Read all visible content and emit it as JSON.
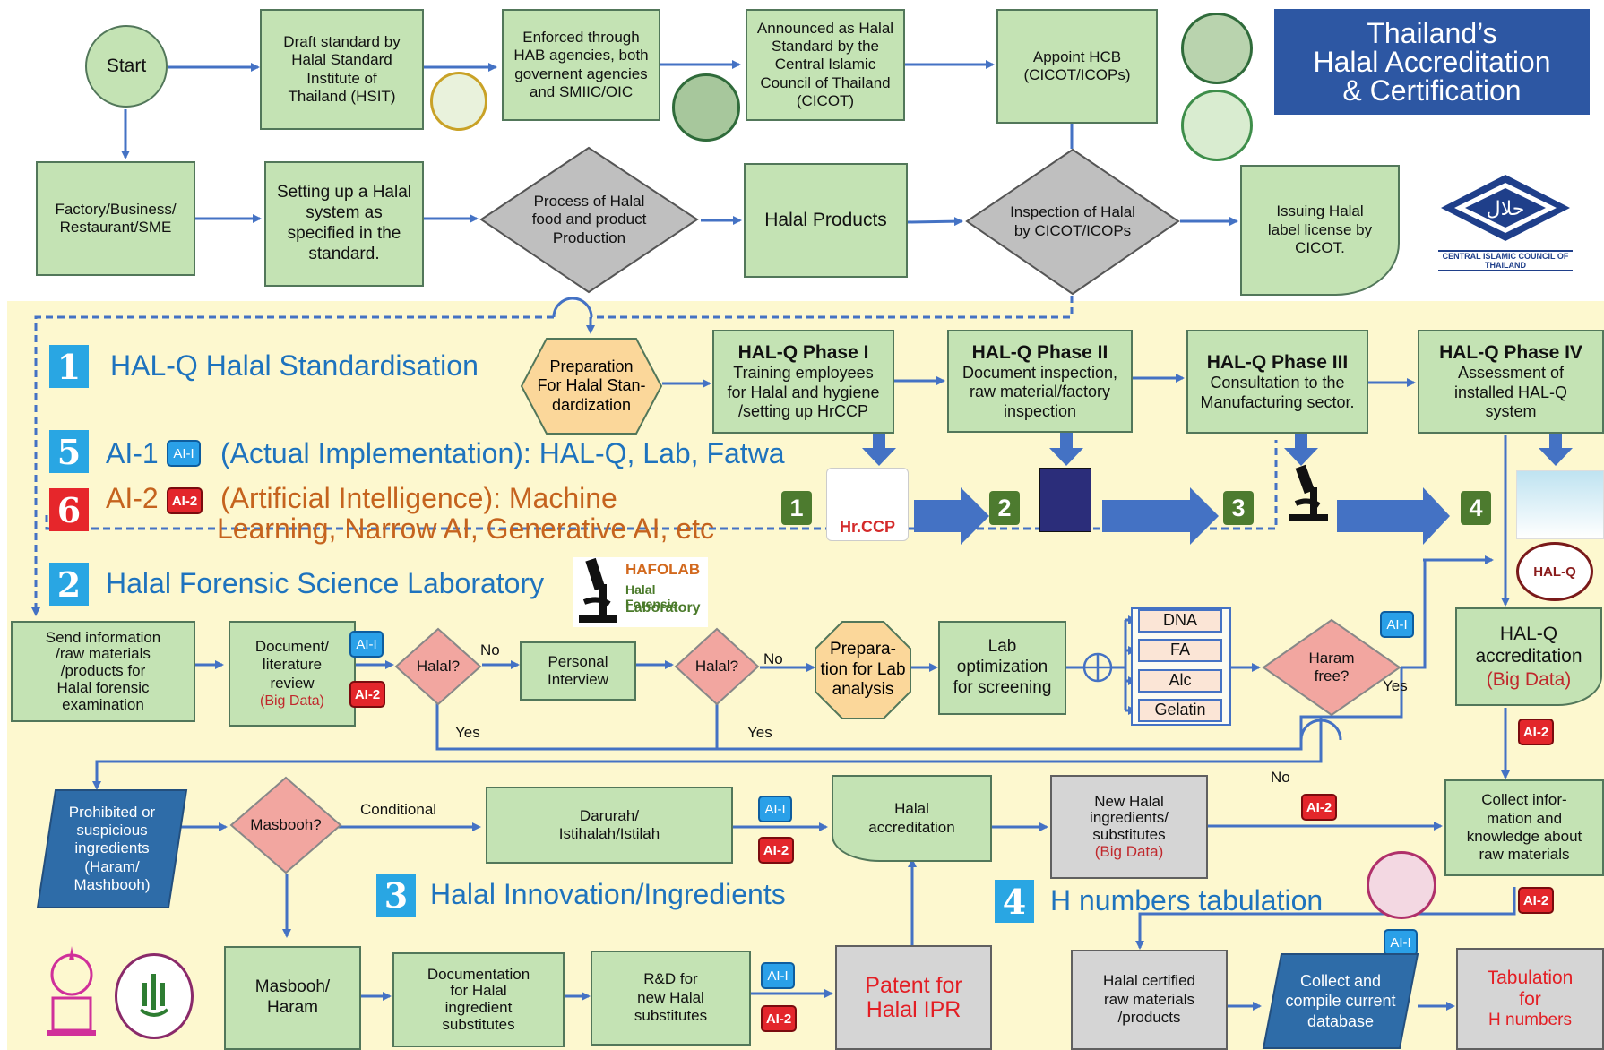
{
  "title": [
    "Thailand’s",
    "Halal Accreditation",
    "& Certification"
  ],
  "top_flow": {
    "start": "Start",
    "draft": [
      "Draft standard by",
      "Halal Standard",
      "Institute of",
      "Thailand (HSIT)"
    ],
    "enforced": [
      "Enforced through",
      "HAB agencies, both",
      "governent agencies",
      "and SMIIC/OIC"
    ],
    "announced": [
      "Announced as Halal",
      "Standard by the",
      "Central Islamic",
      "Council of Thailand",
      "(CICOT)"
    ],
    "appoint": [
      "Appoint HCB",
      "(CICOT/ICOPs)"
    ],
    "factory": [
      "Factory/Business/",
      "Restaurant/SME"
    ],
    "setting": [
      "Setting up a Halal",
      "system as",
      "specified in the",
      "standard."
    ],
    "process": [
      "Process of Halal",
      "food and product",
      "Production"
    ],
    "halal_products": "Halal Products",
    "inspection": [
      "Inspection of Halal",
      "by CICOT/ICOPs"
    ],
    "issuing": [
      "Issuing Halal",
      "label license by",
      "CICOT."
    ],
    "cicot_logo_text": "CENTRAL ISLAMIC COUNCIL OF THAILAND",
    "cicot_logo_arabic": "حلال"
  },
  "sections": {
    "s1": {
      "num": "1",
      "title": "HAL-Q Halal Standardisation"
    },
    "s5": {
      "num": "5",
      "prefix": "AI-1",
      "title": "(Actual Implementation): HAL-Q, Lab, Fatwa"
    },
    "s6": {
      "num": "6",
      "prefix": "AI-2",
      "title_line1": "(Artificial  Intelligence):  Machine",
      "title_line2": "Learning, Narrow AI, Generative AI, etc"
    },
    "s2": {
      "num": "2",
      "title": "Halal Forensic Science Laboratory"
    },
    "s3": {
      "num": "3",
      "title": "Halal Innovation/Ingredients"
    },
    "s4": {
      "num": "4",
      "title": "H numbers tabulation"
    }
  },
  "badges": {
    "ai1": "AI-I",
    "ai2": "AI-2"
  },
  "halq": {
    "preparation": [
      "Preparation",
      "For Halal Stan-",
      "dardization"
    ],
    "phase1": {
      "title": "HAL-Q Phase I",
      "body": [
        "Training employees",
        "for Halal and hygiene",
        "/setting up HrCCP"
      ]
    },
    "phase2": {
      "title": "HAL-Q Phase II",
      "body": [
        "Document inspection,",
        "raw material/factory",
        "inspection"
      ]
    },
    "phase3": {
      "title": "HAL-Q Phase III",
      "body": [
        "Consultation to the",
        "Manufacturing sector."
      ]
    },
    "phase4": {
      "title": "HAL-Q Phase IV",
      "body": [
        "Assessment of",
        "installed HAL-Q",
        "system"
      ]
    },
    "steps": [
      "1",
      "2",
      "3",
      "4"
    ],
    "hrccp": "Hr.CCP",
    "halq_logo": "HAL-Q"
  },
  "hafolab": {
    "name": "HAFOLAB",
    "line2": "Halal Forensic",
    "line3": "Laboratory"
  },
  "lab_flow": {
    "send": [
      "Send information",
      "/raw materials",
      "/products for",
      "Halal forensic",
      "examination"
    ],
    "document": [
      "Document/",
      "literature",
      "review"
    ],
    "big_data": "(Big Data)",
    "halal_q": "Halal?",
    "no": "No",
    "yes": "Yes",
    "personal": [
      "Personal",
      "Interview"
    ],
    "prep_lab": [
      "Prepara-",
      "tion for Lab",
      "analysis"
    ],
    "lab_opt": [
      "Lab",
      "optimization",
      "for screening"
    ],
    "tests": [
      "DNA",
      "FA",
      "Alc",
      "Gelatin"
    ],
    "haram_free": [
      "Haram",
      "free?"
    ],
    "accreditation": [
      "HAL-Q",
      "accreditation"
    ]
  },
  "innovation": {
    "prohibited": [
      "Prohibited or",
      "suspicious",
      "ingredients",
      "(Haram/",
      "Mashbooh)"
    ],
    "masbooh_q": "Masbooh?",
    "conditional": "Conditional",
    "darurah": [
      "Darurah/",
      "Istihalah/Istilah"
    ],
    "halal_accr": [
      "Halal",
      "accreditation"
    ],
    "new_halal": [
      "New Halal",
      "ingredients/",
      "substitutes"
    ],
    "collect_info": [
      "Collect infor-",
      "mation and",
      "knowledge about",
      "raw materials"
    ],
    "masbooh_haram": [
      "Masbooh/",
      "Haram"
    ],
    "documentation": [
      "Documentation",
      "for Halal",
      "ingredient",
      "substitutes"
    ],
    "rnd": [
      "R&D for",
      "new Halal",
      "substitutes"
    ],
    "patent": [
      "Patent for",
      "Halal IPR"
    ],
    "certified": [
      "Halal certified",
      "raw materials",
      "/products"
    ],
    "compile": [
      "Collect and",
      "compile current",
      "database"
    ],
    "tabulation": [
      "Tabulation",
      "for",
      "H numbers"
    ]
  }
}
